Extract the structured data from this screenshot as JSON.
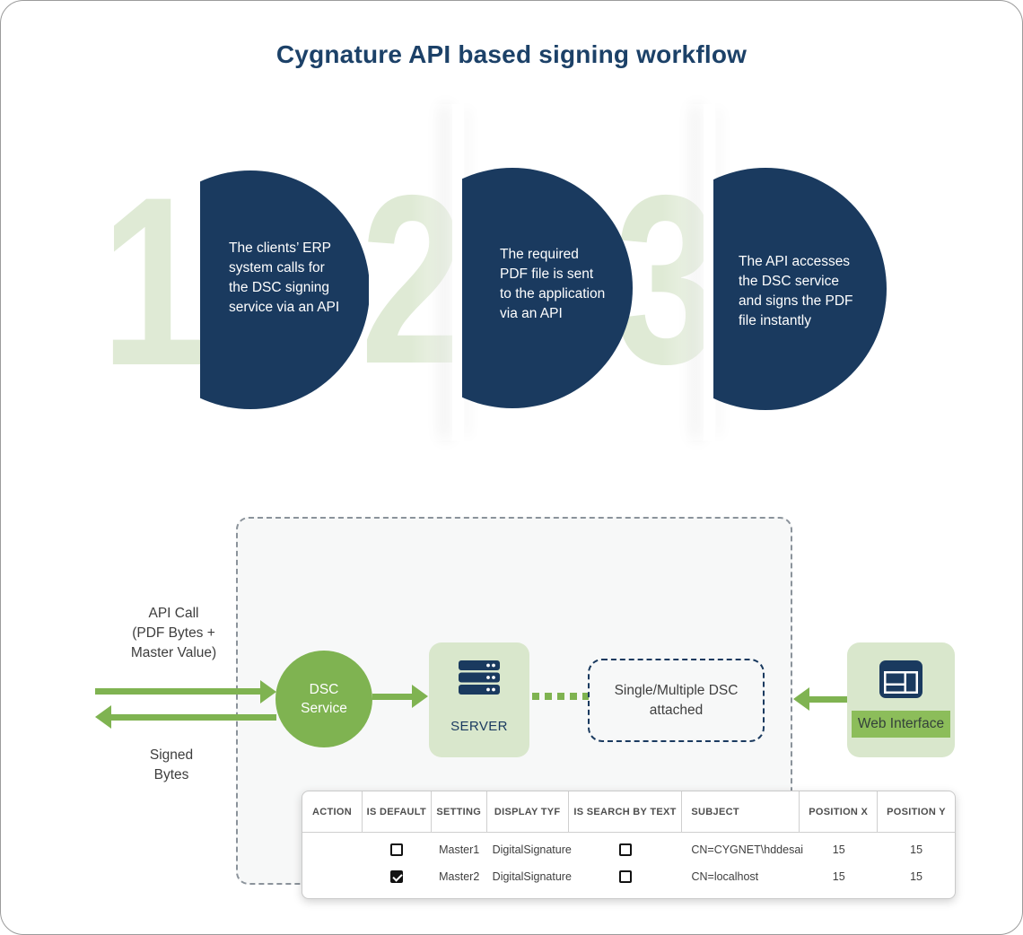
{
  "title": "Cygnature API based signing workflow",
  "steps": [
    {
      "number": "1",
      "text": "The clients’ ERP system calls for the DSC signing service via an API"
    },
    {
      "number": "2",
      "text": "The required PDF file is sent to the application via an API"
    },
    {
      "number": "3",
      "text": "The API accesses the DSC service and signs the PDF file instantly"
    }
  ],
  "flow": {
    "api_call_lines": [
      "API Call",
      "(PDF Bytes +",
      "Master Value)"
    ],
    "signed_lines": [
      "Signed",
      "Bytes"
    ],
    "dsc_service_lines": [
      "DSC",
      "Service"
    ],
    "server_label": "SERVER",
    "dsc_attached_label": "Single/Multiple DSC attached",
    "web_interface_label": "Web Interface"
  },
  "icons": {
    "server": "server-rack-icon",
    "web": "browser-window-icon"
  },
  "table": {
    "columns": [
      "ACTION",
      "IS DEFAULT",
      "SETTING",
      "DISPLAY TYF",
      "IS SEARCH BY TEXT",
      "SUBJECT",
      "POSITION X",
      "POSITION Y"
    ],
    "rows": [
      {
        "action": "",
        "is_default": "unchecked",
        "setting": "Master1",
        "display_tyf": "DigitalSignature",
        "is_search_by_text": "unchecked",
        "subject": "CN=CYGNET\\hddesai",
        "position_x": "15",
        "position_y": "15"
      },
      {
        "action": "",
        "is_default": "checked",
        "setting": "Master2",
        "display_tyf": "DigitalSignature",
        "is_search_by_text": "unchecked",
        "subject": "CN=localhost",
        "position_x": "15",
        "position_y": "15"
      }
    ]
  },
  "colors": {
    "navy": "#1a3a5f",
    "title_navy": "#1c4168",
    "green": "#7fb351",
    "light_green": "#d9e7cc",
    "band_green": "#8cbd5a",
    "numeral_green": "#dfead5"
  }
}
